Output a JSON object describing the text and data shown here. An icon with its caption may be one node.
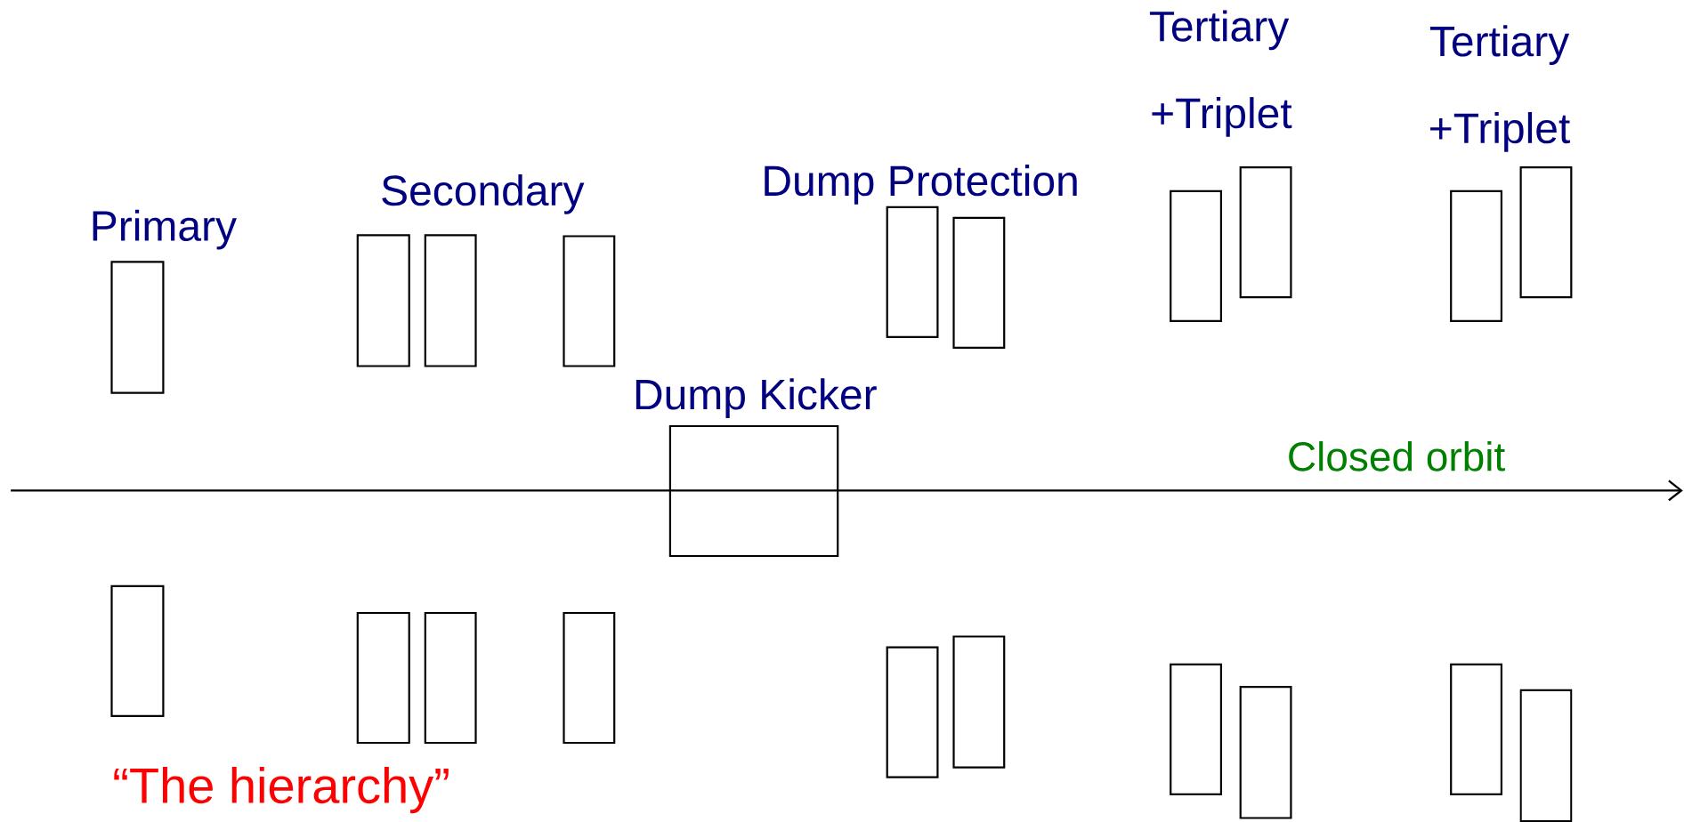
{
  "diagram": {
    "labels": [
      "Tertiary",
      "Tertiary",
      "+Triplet",
      "+Triplet",
      "Dump Protection",
      "Secondary",
      "Primary",
      "Dump Kicker",
      "Closed orbit",
      "“The hierarchy”"
    ]
  }
}
